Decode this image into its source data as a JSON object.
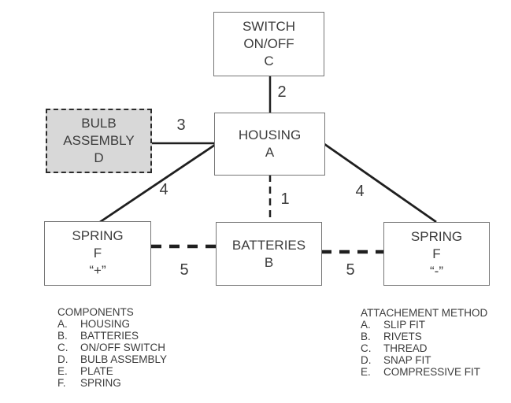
{
  "diagram": {
    "boxes": {
      "switch": {
        "lines": [
          "SWITCH",
          "ON/OFF",
          "C"
        ]
      },
      "housing": {
        "lines": [
          "HOUSING",
          "A"
        ]
      },
      "bulb": {
        "lines": [
          "BULB",
          "ASSEMBLY",
          "D"
        ]
      },
      "spring_plus": {
        "lines": [
          "SPRING",
          "F",
          "“+”"
        ]
      },
      "batteries": {
        "lines": [
          "BATTERIES",
          "B"
        ]
      },
      "spring_minus": {
        "lines": [
          "SPRING",
          "F",
          "“-”"
        ]
      }
    },
    "connector_labels": {
      "housing_batteries": "1",
      "switch_housing": "2",
      "bulb_housing": "3",
      "housing_spring_plus": "4",
      "housing_spring_minus": "4",
      "spring_plus_batteries": "5",
      "batteries_spring_minus": "5"
    },
    "colors": {
      "line": "#1f1f1f",
      "box_border": "#767676",
      "bulb_fill": "#d8d8d8",
      "text": "#3c3c3c"
    }
  },
  "legend_components": {
    "title": "COMPONENTS",
    "items": [
      {
        "key": "A.",
        "label": "HOUSING"
      },
      {
        "key": "B.",
        "label": "BATTERIES"
      },
      {
        "key": "C.",
        "label": "ON/OFF SWITCH"
      },
      {
        "key": "D.",
        "label": "BULB ASSEMBLY"
      },
      {
        "key": "E.",
        "label": "PLATE"
      },
      {
        "key": "F.",
        "label": "SPRING"
      }
    ]
  },
  "legend_attachment": {
    "title": "ATTACHEMENT METHOD",
    "items": [
      {
        "key": "A.",
        "label": "SLIP FIT"
      },
      {
        "key": "B.",
        "label": "RIVETS"
      },
      {
        "key": "C.",
        "label": "THREAD"
      },
      {
        "key": "D.",
        "label": "SNAP FIT"
      },
      {
        "key": "E.",
        "label": "COMPRESSIVE FIT"
      }
    ]
  }
}
